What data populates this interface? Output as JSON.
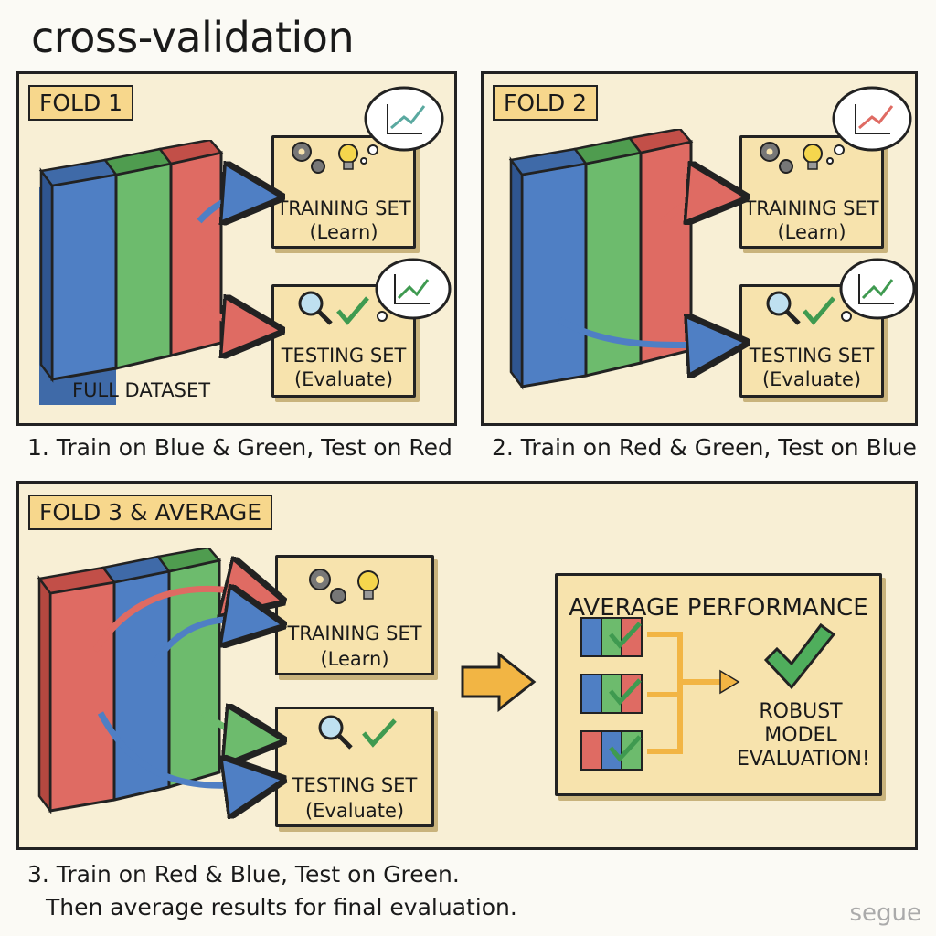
{
  "title": "cross-validation",
  "colors": {
    "blue": "#4f7fc4",
    "green": "#6dbb6d",
    "red": "#df6b63",
    "panel": "#f8efd5",
    "label": "#f7d78c",
    "box": "#f7e3ad",
    "check": "#3f9a50"
  },
  "folds": [
    {
      "label": "FOLD 1",
      "dataset_label": "FULL DATASET",
      "training": {
        "title": "TRAINING SET",
        "sub": "(Learn)"
      },
      "testing": {
        "title": "TESTING SET",
        "sub": "(Evaluate)"
      },
      "caption": "1. Train on Blue & Green, Test on Red"
    },
    {
      "label": "FOLD 2",
      "training": {
        "title": "TRAINING SET",
        "sub": "(Learn)"
      },
      "testing": {
        "title": "TESTING SET",
        "sub": "(Evaluate)"
      },
      "caption": "2. Train on Red & Green, Test on Blue"
    },
    {
      "label": "FOLD 3 & AVERAGE",
      "training": {
        "title": "TRAINING SET",
        "sub": "(Learn)"
      },
      "testing": {
        "title": "TESTING SET",
        "sub": "(Evaluate)"
      },
      "caption_line1": "3. Train on Red & Blue, Test on Green.",
      "caption_line2": "Then average results for final evaluation."
    }
  ],
  "average": {
    "title": "AVERAGE PERFORMANCE",
    "result_line1": "ROBUST",
    "result_line2": "MODEL",
    "result_line3": "EVALUATION!"
  },
  "watermark": "segue"
}
